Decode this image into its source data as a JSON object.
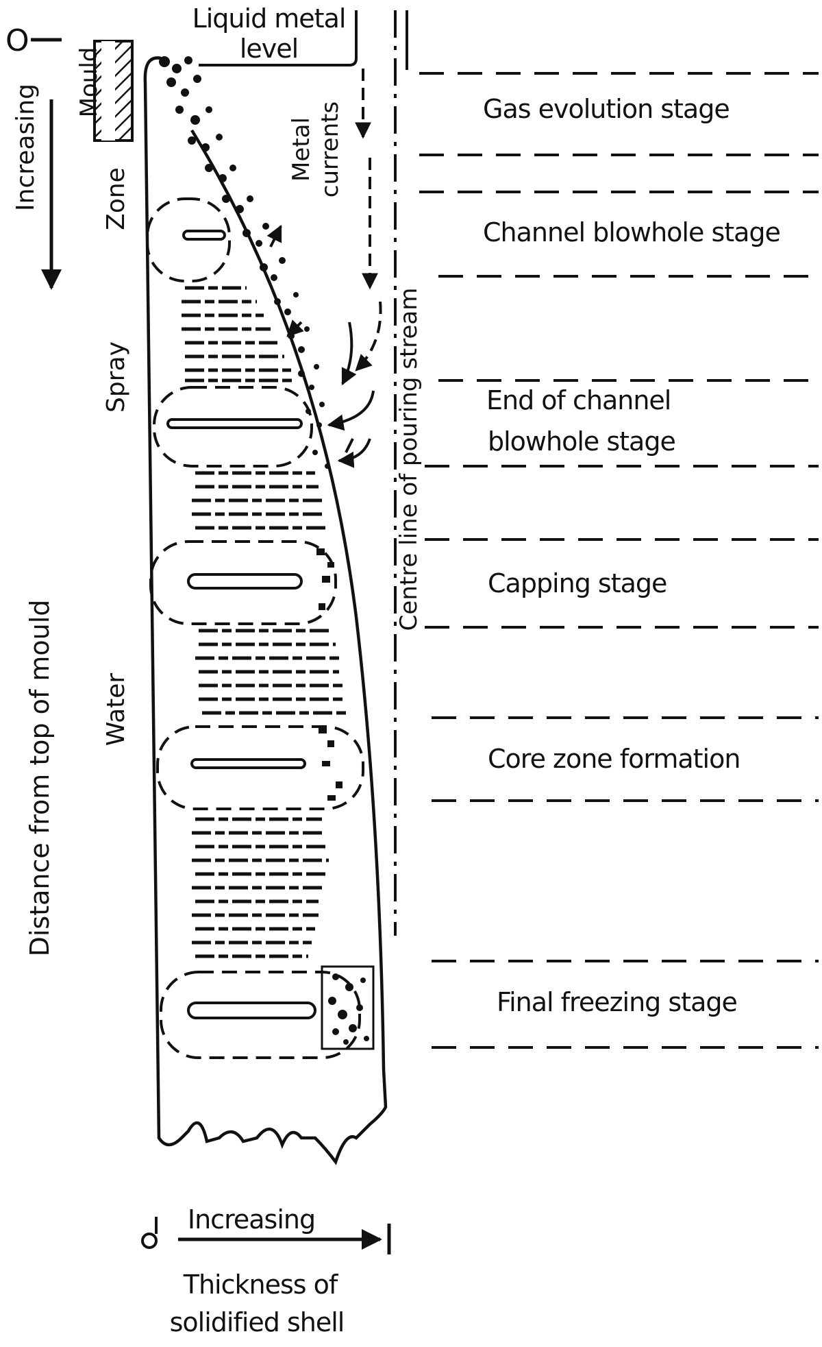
{
  "top_labels": {
    "zero_top": "O",
    "liquid_metal_level_line1": "Liquid metal",
    "liquid_metal_level_line2": "level",
    "mould": "Mould",
    "increasing_vertical": "Increasing",
    "metal_currents_line1": "Metal",
    "metal_currents_line2": "currents"
  },
  "side_labels": {
    "spray_zone_part1": "Zone",
    "spray_zone_part2": "Spray",
    "water": "Water",
    "distance_axis": "Distance from top of mould",
    "centre_line": "Centre line of pouring stream"
  },
  "stages": [
    {
      "line1": "Gas evolution stage",
      "line2": ""
    },
    {
      "line1": "Channel blowhole stage",
      "line2": ""
    },
    {
      "line1": "End of channel",
      "line2": "blowhole stage"
    },
    {
      "line1": "Capping stage",
      "line2": ""
    },
    {
      "line1": "Core zone formation",
      "line2": ""
    },
    {
      "line1": "Final freezing stage",
      "line2": ""
    }
  ],
  "bottom_labels": {
    "zero_bottom": "0",
    "increasing_horizontal": "Increasing",
    "thickness_line1": "Thickness of",
    "thickness_line2": "solidified shell"
  }
}
